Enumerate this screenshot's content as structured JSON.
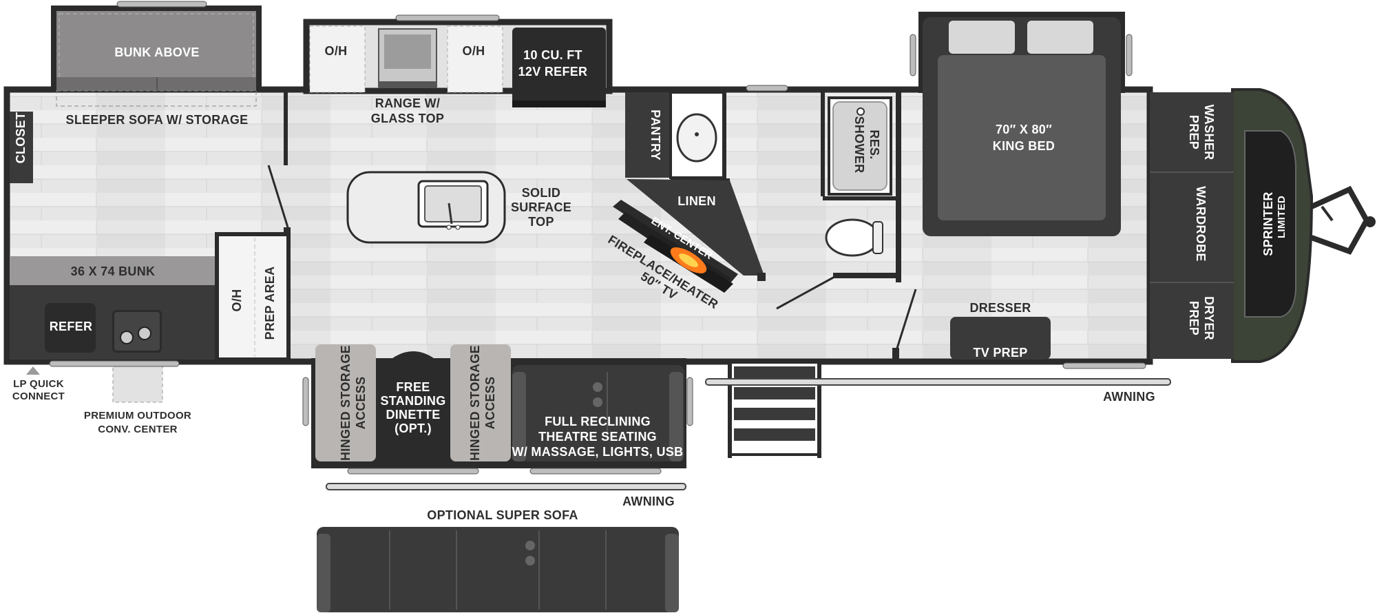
{
  "floorplan": {
    "labels": {
      "bunk_above": "BUNK ABOVE",
      "sleeper_sofa": "SLEEPER SOFA W/ STORAGE",
      "oh": "O/H",
      "range_1": "RANGE W/",
      "range_2": "GLASS TOP",
      "refer10_1": "10 CU. FT",
      "refer10_2": "12V REFER",
      "closet": "CLOSET",
      "pantry": "PANTRY",
      "linen": "LINEN",
      "res_shower_1": "RES.",
      "res_shower_2": "SHOWER",
      "king_bed_1": "70″ X 80″",
      "king_bed_2": "KING BED",
      "washer_prep_1": "WASHER",
      "washer_prep_2": "PREP",
      "wardrobe": "WARDROBE",
      "dryer_prep_1": "DRYER",
      "dryer_prep_2": "PREP",
      "brand": "SPRINTER",
      "brand_sub": "LIMITED",
      "solid_surface_1": "SOLID",
      "solid_surface_2": "SURFACE",
      "solid_surface_3": "TOP",
      "ent_center": "ENT. CENTER",
      "fireplace_1": "FIREPLACE/HEATER",
      "fireplace_2": "50″ TV",
      "bunk_36": "36 X 74 BUNK",
      "prep_area": "PREP AREA",
      "refer": "REFER",
      "lp_quick_1": "LP QUICK",
      "lp_quick_2": "CONNECT",
      "outdoor_1": "PREMIUM OUTDOOR",
      "outdoor_2": "CONV. CENTER",
      "hinged_storage_1": "HINGED STORAGE",
      "hinged_storage_2": "ACCESS",
      "dinette_1": "FREE",
      "dinette_2": "STANDING",
      "dinette_3": "DINETTE",
      "dinette_4": "(OPT.)",
      "theatre_1": "FULL RECLINING",
      "theatre_2": "THEATRE SEATING",
      "theatre_3": "W/ MASSAGE, LIGHTS, USB",
      "dresser": "DRESSER",
      "tv_prep": "TV PREP",
      "awning": "AWNING",
      "super_sofa": "OPTIONAL SUPER SOFA"
    },
    "colors": {
      "wall": "#2b2b2b",
      "floor": "#e8e8e8",
      "cabinet_dark": "#3a3a3a",
      "upholstery": "#8d8b8b",
      "front_cap": "#3c4438"
    }
  }
}
